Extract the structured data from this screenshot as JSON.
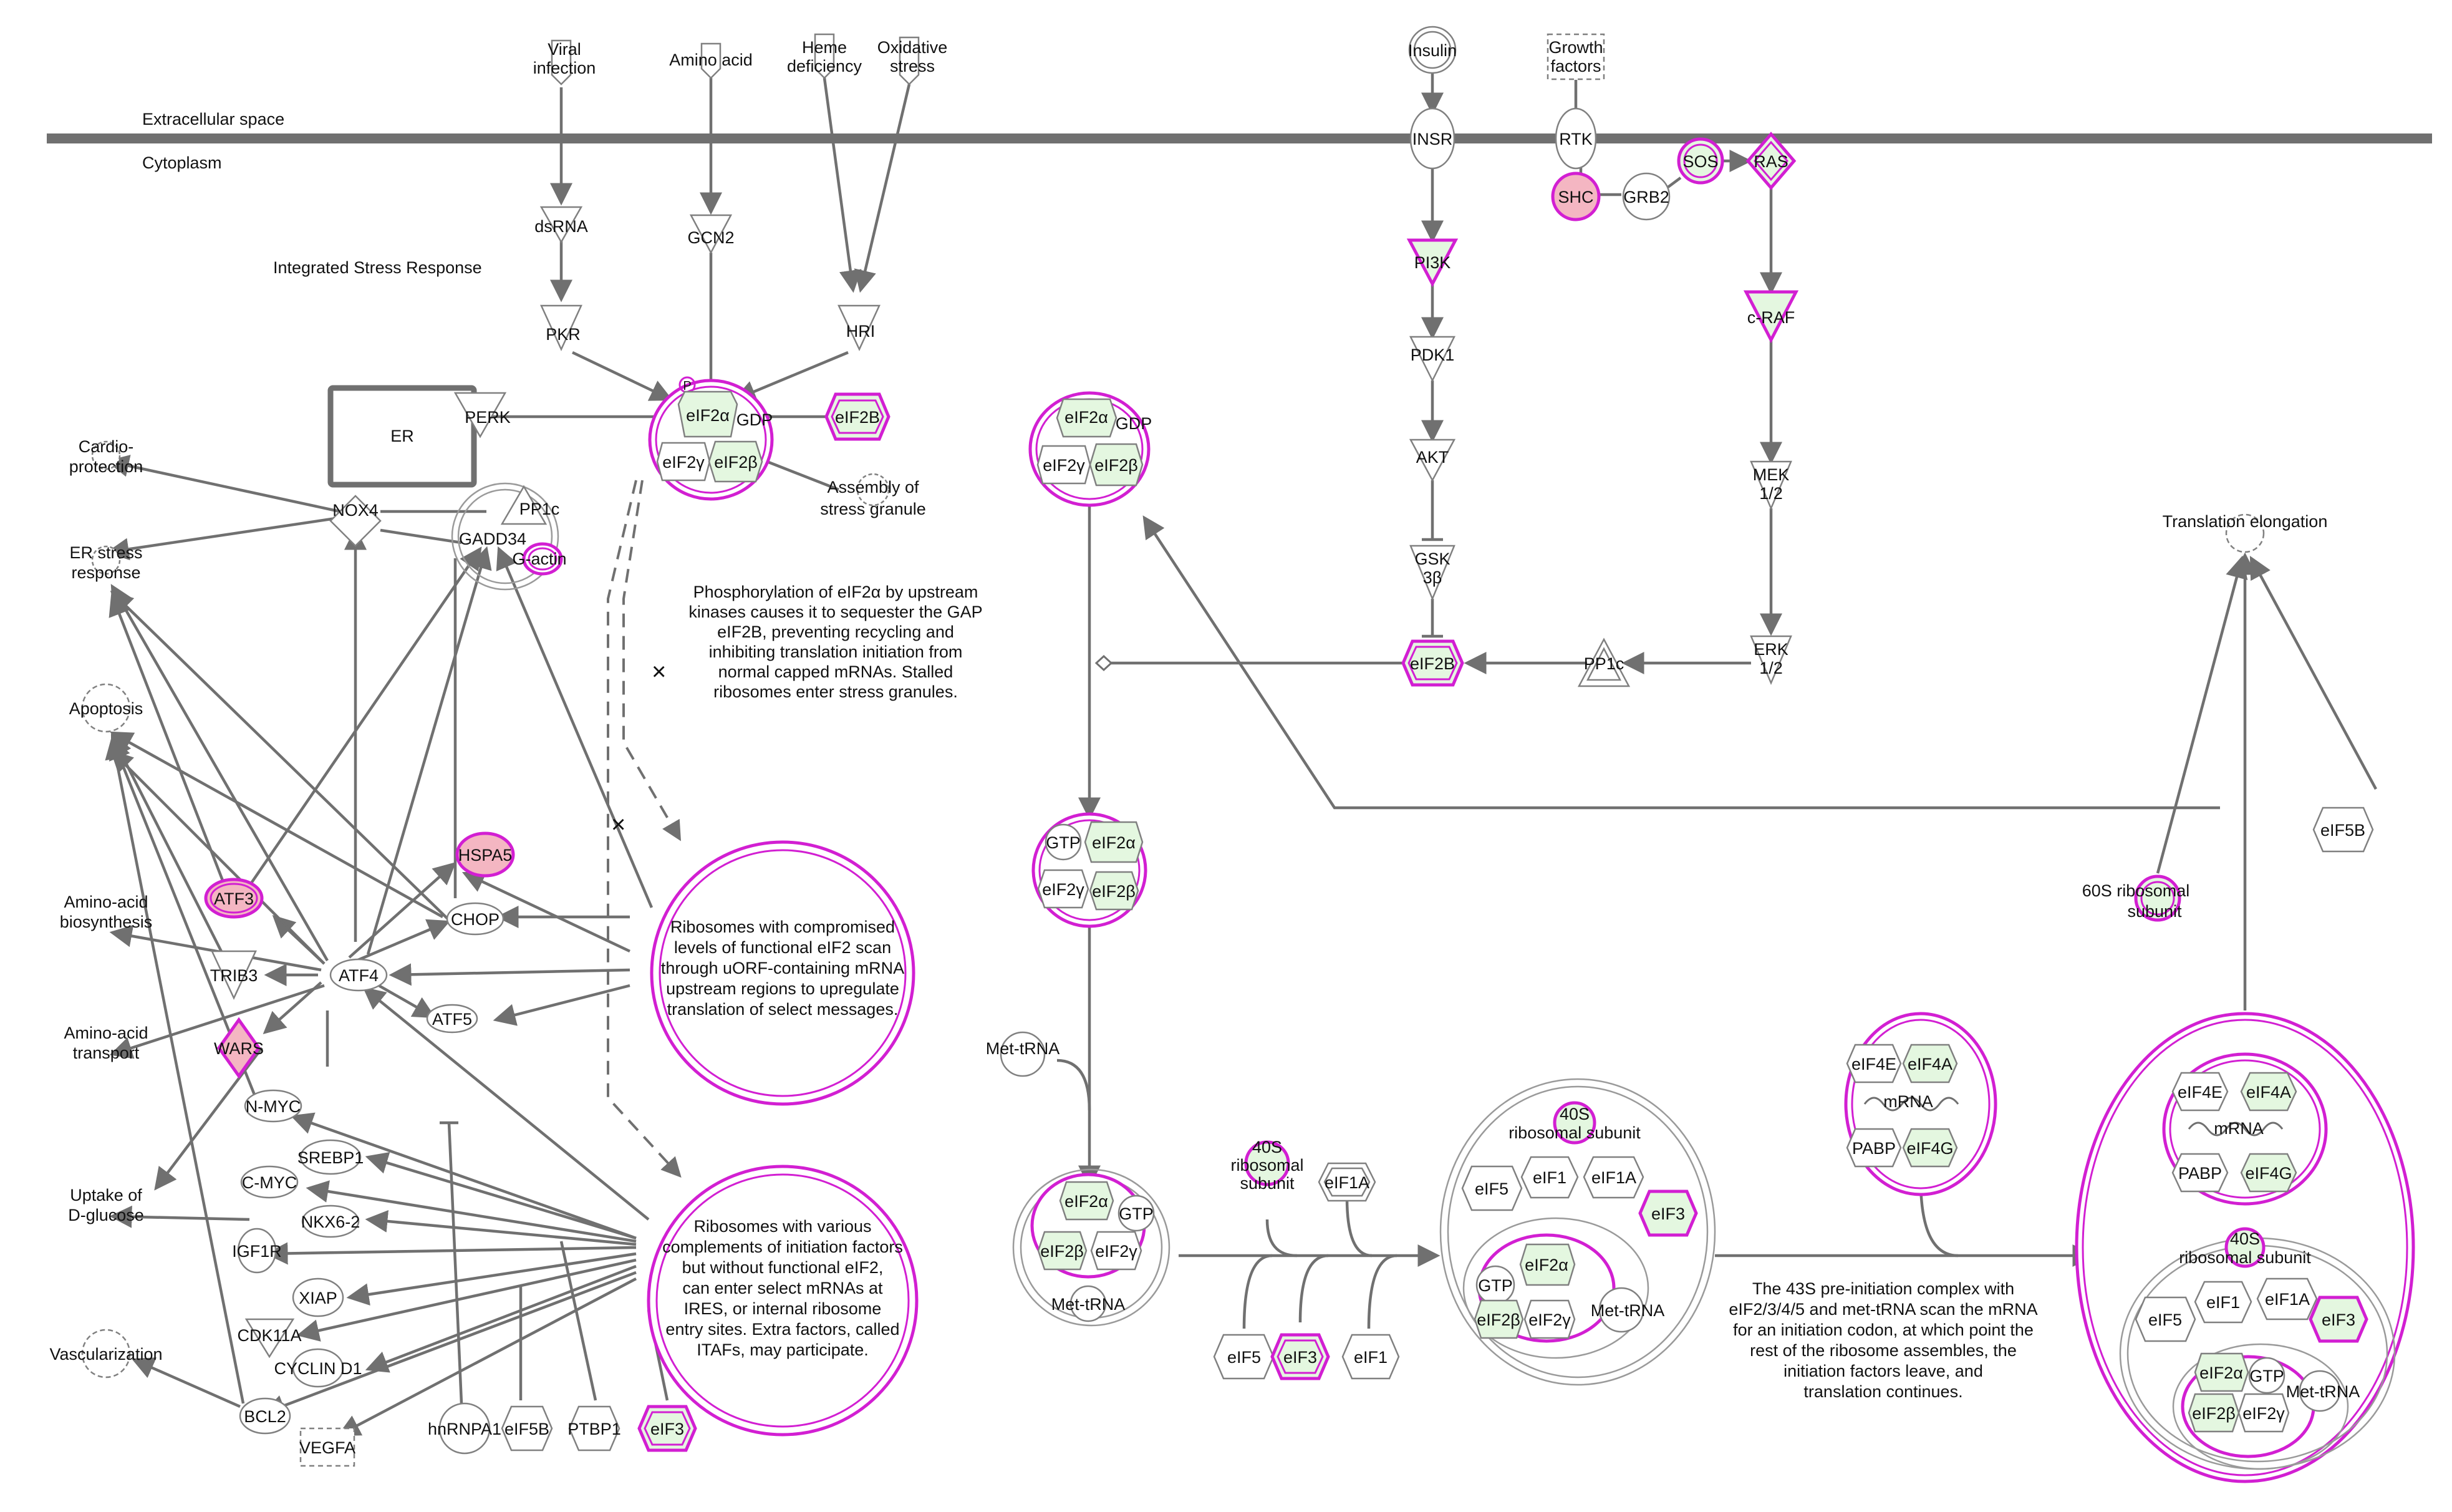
{
  "title": "",
  "compartments": {
    "extracellular": "Extracellular space",
    "cytoplasm": "Cytoplasm"
  },
  "section_label": "Integrated Stress Response",
  "colors": {
    "highlight": "#d21fd2",
    "upregulated_fill": "#e4f7e0",
    "marked_fill": "#f4b6c2",
    "edge": "#707070"
  },
  "stimuli": {
    "viral_infection": [
      "Viral",
      "infection"
    ],
    "amino_acid": "Amino acid",
    "heme_deficiency": [
      "Heme",
      "deficiency"
    ],
    "oxidative_stress": [
      "Oxidative",
      "stress"
    ],
    "insulin": "Insulin",
    "growth_factors": [
      "Growth",
      "factors"
    ]
  },
  "molecules": {
    "dsrna": "dsRNA",
    "gcn2": "GCN2",
    "pkr": "PKR",
    "hri": "HRI",
    "perk": "PERK",
    "er": "ER",
    "eif2a": "eIF2α",
    "eif2b": "eIF2B",
    "eif2g": "eIF2γ",
    "eif2beta": "eIF2β",
    "gdp": "GDP",
    "gtp": "GTP",
    "p": "P",
    "nox4": "NOX4",
    "pp1c": "PP1c",
    "gadd34": "GADD34",
    "g_actin": "G-actin",
    "hspa5": "HSPA5",
    "atf3": "ATF3",
    "chop": "CHOP",
    "atf4": "ATF4",
    "trib3": "TRIB3",
    "atf5": "ATF5",
    "wars": "WARS",
    "n_myc": "N-MYC",
    "srebp1": "SREBP1",
    "c_myc": "C-MYC",
    "nkx6_2": "NKX6-2",
    "igf1r": "IGF1R",
    "xiap": "XIAP",
    "cdk11a": "CDK11A",
    "cyclin_d1": "CYCLIN D1",
    "bcl2": "BCL2",
    "vegfa": "VEGFA",
    "hnrnpa1": "hnRNPA1",
    "eif5b": "eIF5B",
    "ptbp1": "PTBP1",
    "eif3": "eIF3",
    "insr": "INSR",
    "pi3k": "PI3K",
    "pdk1": "PDK1",
    "akt": "AKT",
    "gsk3b": [
      "GSK",
      "3β"
    ],
    "rtk": "RTK",
    "shc": "SHC",
    "grb2": "GRB2",
    "sos": "SOS",
    "ras": "RAS",
    "c_raf": "c-RAF",
    "mek": [
      "MEK",
      "1/2"
    ],
    "erk": [
      "ERK",
      "1/2"
    ],
    "pp1": "PP1c",
    "met_trna": "Met-tRNA",
    "s40": [
      "40S",
      "ribosomal",
      "subunit"
    ],
    "s40_in": [
      "40S",
      "ribosomal subunit"
    ],
    "eif1a": "eIF1A",
    "eif5": "eIF5",
    "eif1": "eIF1",
    "eif4e": "eIF4E",
    "eif4a": "eIF4A",
    "mrna": "mRNA",
    "pabp": "PABP",
    "eif4g": "eIF4G",
    "s60": [
      "60S ribosomal",
      "subunit"
    ]
  },
  "outcomes": {
    "cardio": [
      "Cardio-",
      "protection"
    ],
    "er_stress": [
      "ER stress",
      "response"
    ],
    "apoptosis": "Apoptosis",
    "aa_bio": [
      "Amino-acid",
      "biosynthesis"
    ],
    "aa_tr": [
      "Amino-acid",
      "transport"
    ],
    "glucose": [
      "Uptake of",
      "D-glucose"
    ],
    "vasc": "Vascularization",
    "stress_granule": [
      "Assembly of",
      "stress granule"
    ],
    "translation_elongation": "Translation elongation"
  },
  "notes": {
    "phospho": [
      "Phosphorylation of eIF2α by upstream",
      "kinases causes it to sequester the GAP",
      "eIF2B, preventing recycling and",
      "inhibiting translation initiation from",
      "normal capped mRNAs. Stalled",
      "ribosomes enter stress granules."
    ],
    "compromised": [
      "Ribosomes with compromised",
      "levels of functional eIF2 scan",
      "through uORF-containing mRNA",
      "upstream regions to upregulate",
      "translation of select messages."
    ],
    "various": [
      "Ribosomes with various",
      "complements of initiation factors",
      "but without functional eIF2,",
      "can enter select mRNAs at",
      "IRES, or internal ribosome",
      "entry sites. Extra factors, called",
      "ITAFs, may participate."
    ],
    "pic": [
      "The 43S pre-initiation complex with",
      "eIF2/3/4/5 and met-tRNA scan the mRNA",
      "for an initiation codon, at which point the",
      "rest of the ribosome assembles, the",
      "initiation factors leave, and",
      "translation continues."
    ]
  },
  "markers": {
    "inhibit": "×"
  }
}
